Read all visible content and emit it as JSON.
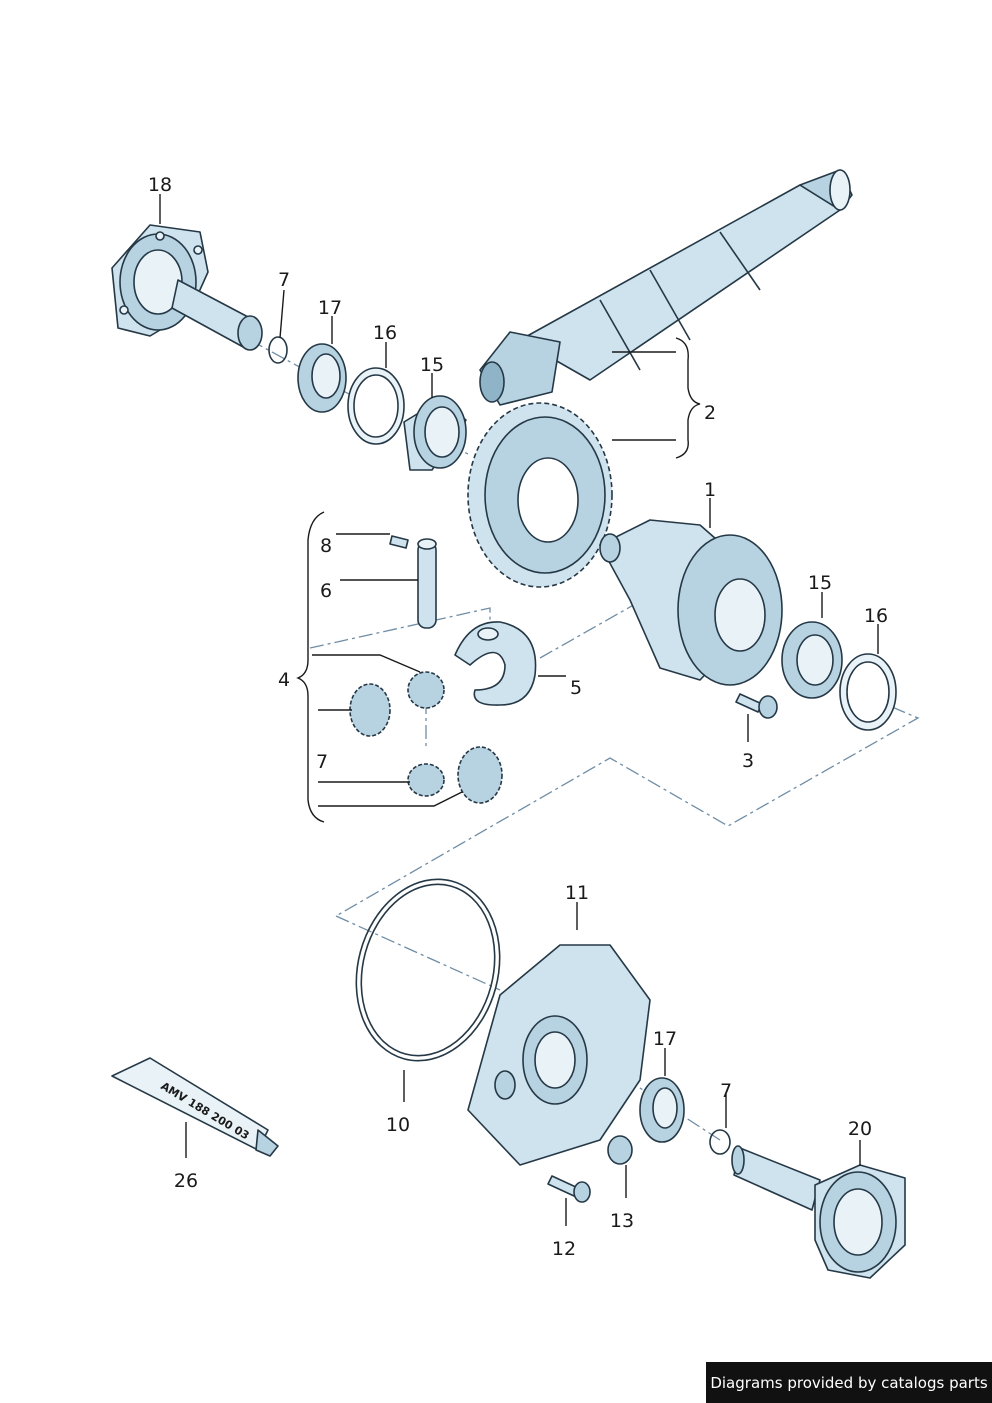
{
  "callouts": [
    {
      "id": "c18a",
      "label": "18"
    },
    {
      "id": "c7a",
      "label": "7"
    },
    {
      "id": "c17a",
      "label": "17"
    },
    {
      "id": "c16a",
      "label": "16"
    },
    {
      "id": "c15a",
      "label": "15"
    },
    {
      "id": "c2",
      "label": "2"
    },
    {
      "id": "c1",
      "label": "1"
    },
    {
      "id": "c8",
      "label": "8"
    },
    {
      "id": "c6",
      "label": "6"
    },
    {
      "id": "c4",
      "label": "4"
    },
    {
      "id": "c5",
      "label": "5"
    },
    {
      "id": "c15b",
      "label": "15"
    },
    {
      "id": "c16b",
      "label": "16"
    },
    {
      "id": "c3",
      "label": "3"
    },
    {
      "id": "c7b",
      "label": "7"
    },
    {
      "id": "c11",
      "label": "11"
    },
    {
      "id": "c17b",
      "label": "17"
    },
    {
      "id": "c7c",
      "label": "7"
    },
    {
      "id": "c20",
      "label": "20"
    },
    {
      "id": "c10",
      "label": "10"
    },
    {
      "id": "c26",
      "label": "26"
    },
    {
      "id": "c13",
      "label": "13"
    },
    {
      "id": "c12",
      "label": "12"
    }
  ],
  "sealant_tube_label": "AMV 188 200 03",
  "credit": "Diagrams provided by catalogs parts",
  "colors": {
    "part_fill": "#cfe3ee",
    "part_outline": "#253846",
    "axis_dash": "#6f8da5",
    "credit_bg": "#111111"
  }
}
